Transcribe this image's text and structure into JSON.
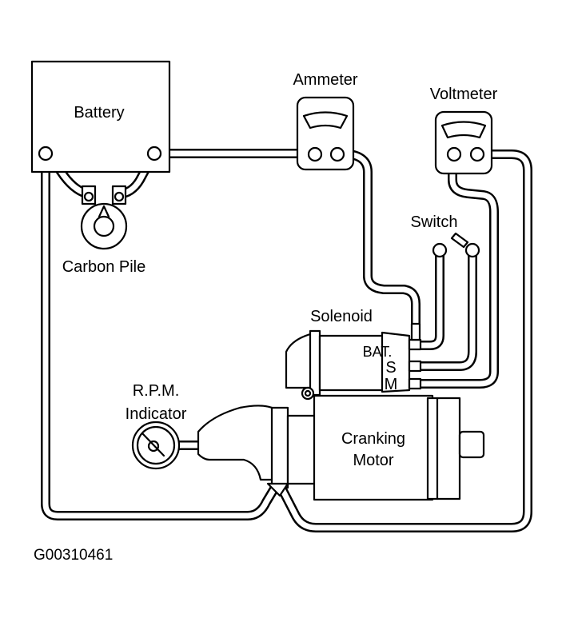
{
  "diagram": {
    "type": "wiring-diagram",
    "subject": "Cranking motor test connections",
    "labels": {
      "battery": "Battery",
      "carbon_pile": "Carbon Pile",
      "ammeter": "Ammeter",
      "voltmeter": "Voltmeter",
      "switch": "Switch",
      "solenoid": "Solenoid",
      "bat_terminal": "BAT.",
      "s_terminal": "S",
      "m_terminal": "M",
      "rpm_line1": "R.P.M.",
      "rpm_line2": "Indicator",
      "motor_line1": "Cranking",
      "motor_line2": "Motor"
    },
    "figure_code": "G00310461",
    "components": [
      "Battery",
      "Carbon Pile",
      "Ammeter",
      "Voltmeter",
      "Switch",
      "Solenoid",
      "R.P.M. Indicator",
      "Cranking Motor"
    ],
    "connections": [
      {
        "from": "Battery +",
        "to": "Ammeter"
      },
      {
        "from": "Battery terminals",
        "to": "Carbon Pile"
      },
      {
        "from": "Ammeter",
        "to": "Solenoid BAT."
      },
      {
        "from": "Switch",
        "to": "Solenoid BAT."
      },
      {
        "from": "Switch",
        "to": "Solenoid S"
      },
      {
        "from": "Voltmeter",
        "to": "Solenoid M"
      },
      {
        "from": "Voltmeter",
        "to": "Motor ground"
      },
      {
        "from": "Battery -",
        "to": "Motor ground"
      }
    ]
  }
}
